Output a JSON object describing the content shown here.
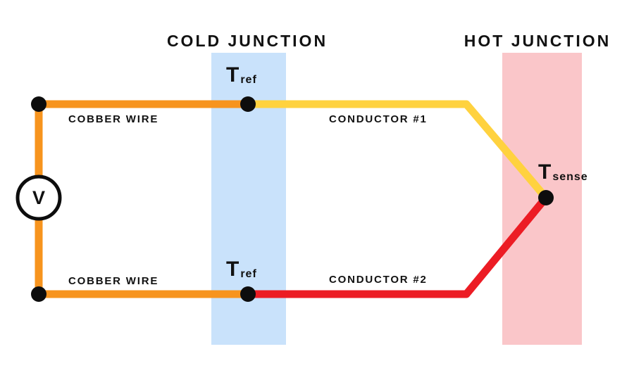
{
  "diagram": {
    "cold_junction_title": "COLD JUNCTION",
    "hot_junction_title": "HOT JUNCTION",
    "cobber_wire_label": "COBBER WIRE",
    "conductor1_label": "CONDUCTOR #1",
    "conductor2_label": "CONDUCTOR #2",
    "t_symbol": "T",
    "ref_subscript": "ref",
    "sense_subscript": "sense",
    "voltmeter_label": "V"
  },
  "colors": {
    "copper_wire": "#F7941E",
    "conductor1": "#FFD23F",
    "conductor2": "#EC1C24",
    "cold_band": "#C9E2FB",
    "hot_band": "#FAC6C9",
    "junction_dot": "#0D0D0D",
    "voltmeter_stroke": "#0D0D0D"
  }
}
